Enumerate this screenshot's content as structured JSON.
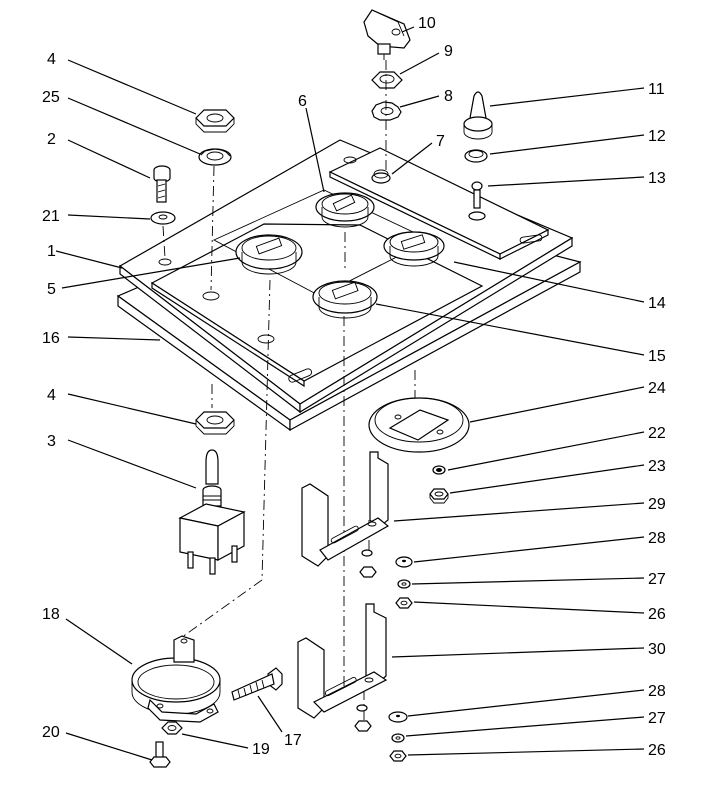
{
  "callouts": [
    {
      "id": "c10a",
      "text": "10"
    },
    {
      "id": "c9",
      "text": "9"
    },
    {
      "id": "c8",
      "text": "8"
    },
    {
      "id": "c7",
      "text": "7"
    },
    {
      "id": "c6",
      "text": "6"
    },
    {
      "id": "c11",
      "text": "11"
    },
    {
      "id": "c12",
      "text": "12"
    },
    {
      "id": "c13",
      "text": "13"
    },
    {
      "id": "c14",
      "text": "14"
    },
    {
      "id": "c15",
      "text": "15"
    },
    {
      "id": "c4a",
      "text": "4"
    },
    {
      "id": "c25",
      "text": "25"
    },
    {
      "id": "c2",
      "text": "2"
    },
    {
      "id": "c21",
      "text": "21"
    },
    {
      "id": "c1",
      "text": "1"
    },
    {
      "id": "c5",
      "text": "5"
    },
    {
      "id": "c16",
      "text": "16"
    },
    {
      "id": "c4b",
      "text": "4"
    },
    {
      "id": "c3",
      "text": "3"
    },
    {
      "id": "c24",
      "text": "24"
    },
    {
      "id": "c22",
      "text": "22"
    },
    {
      "id": "c23",
      "text": "23"
    },
    {
      "id": "c29",
      "text": "29"
    },
    {
      "id": "c28a",
      "text": "28"
    },
    {
      "id": "c27a",
      "text": "27"
    },
    {
      "id": "c26a",
      "text": "26"
    },
    {
      "id": "c30",
      "text": "30"
    },
    {
      "id": "c28b",
      "text": "28"
    },
    {
      "id": "c27b",
      "text": "27"
    },
    {
      "id": "c26b",
      "text": "26"
    },
    {
      "id": "c18",
      "text": "18"
    },
    {
      "id": "c17",
      "text": "17"
    },
    {
      "id": "c20",
      "text": "20"
    },
    {
      "id": "c19",
      "text": "19"
    }
  ]
}
